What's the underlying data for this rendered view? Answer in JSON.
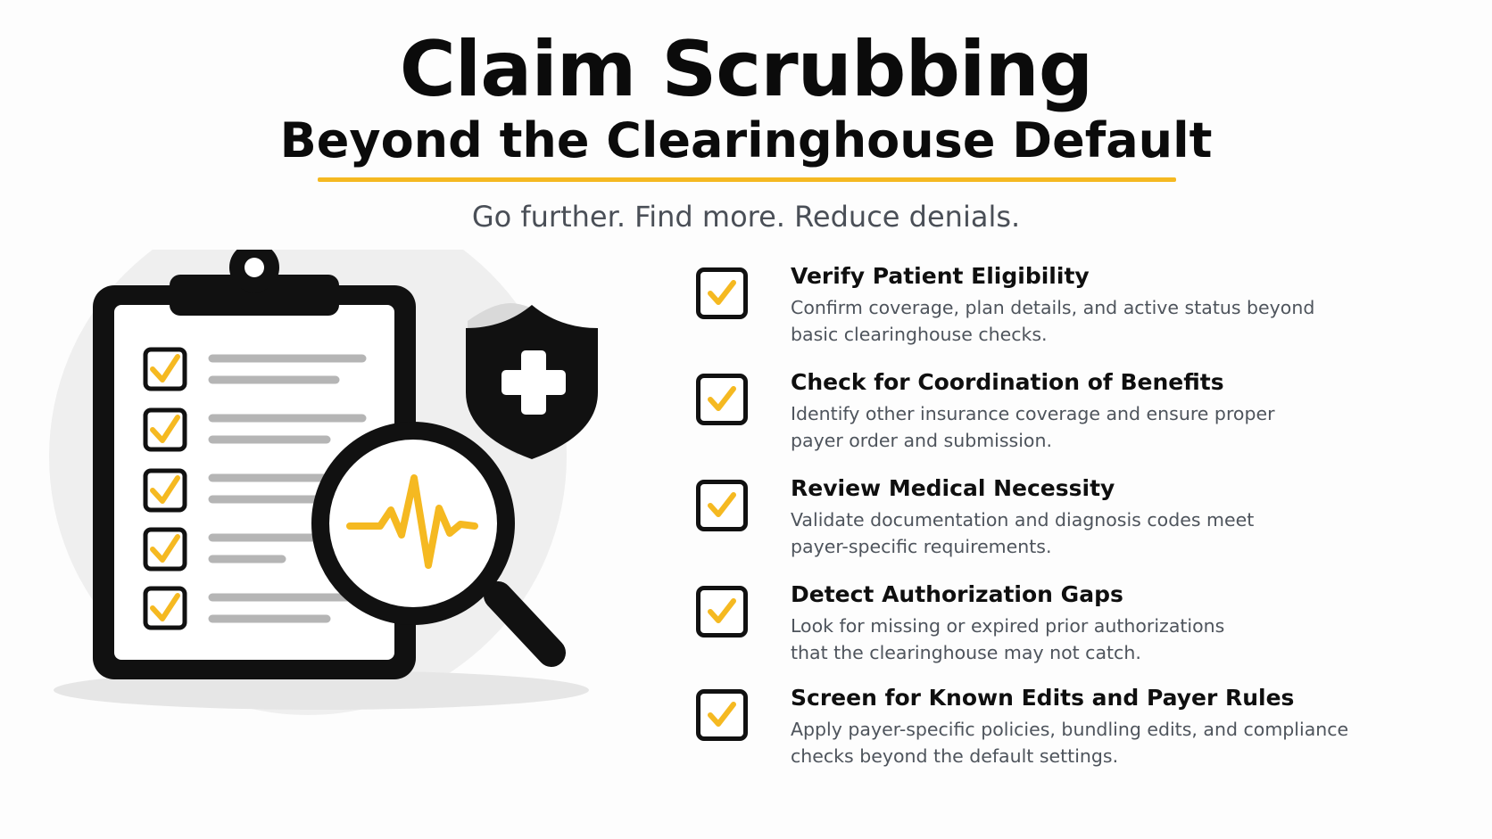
{
  "header": {
    "title": "Claim Scrubbing",
    "subtitle": "Beyond the Clearinghouse Default",
    "tagline": "Go further. Find more. Reduce denials."
  },
  "colors": {
    "accent": "#f5b921",
    "text_dark": "#0b0b0b",
    "text_muted": "#4e545c",
    "background": "#fdfdfd"
  },
  "illustration": {
    "icons": [
      "clipboard-icon",
      "checkbox-icon",
      "shield-icon",
      "medical-cross-icon",
      "magnifying-glass-icon",
      "heartbeat-icon"
    ],
    "clipboard_checked_items": 5
  },
  "checklist": {
    "items": [
      {
        "title": "Verify Patient Eligibility",
        "desc_line1": "Confirm coverage, plan details, and active status beyond",
        "desc_line2": "basic clearinghouse checks."
      },
      {
        "title": "Check for Coordination of Benefits",
        "desc_line1": "Identify other insurance coverage and ensure proper",
        "desc_line2": "payer order and submission."
      },
      {
        "title": "Review Medical Necessity",
        "desc_line1": "Validate documentation and diagnosis codes meet",
        "desc_line2": "payer-specific requirements."
      },
      {
        "title": "Detect Authorization Gaps",
        "desc_line1": "Look for missing or expired prior authorizations",
        "desc_line2": "that the clearinghouse may not catch."
      },
      {
        "title": "Screen for Known Edits and Payer Rules",
        "desc_line1": "Apply payer-specific policies, bundling edits, and compliance",
        "desc_line2": "checks beyond the default settings."
      }
    ]
  }
}
